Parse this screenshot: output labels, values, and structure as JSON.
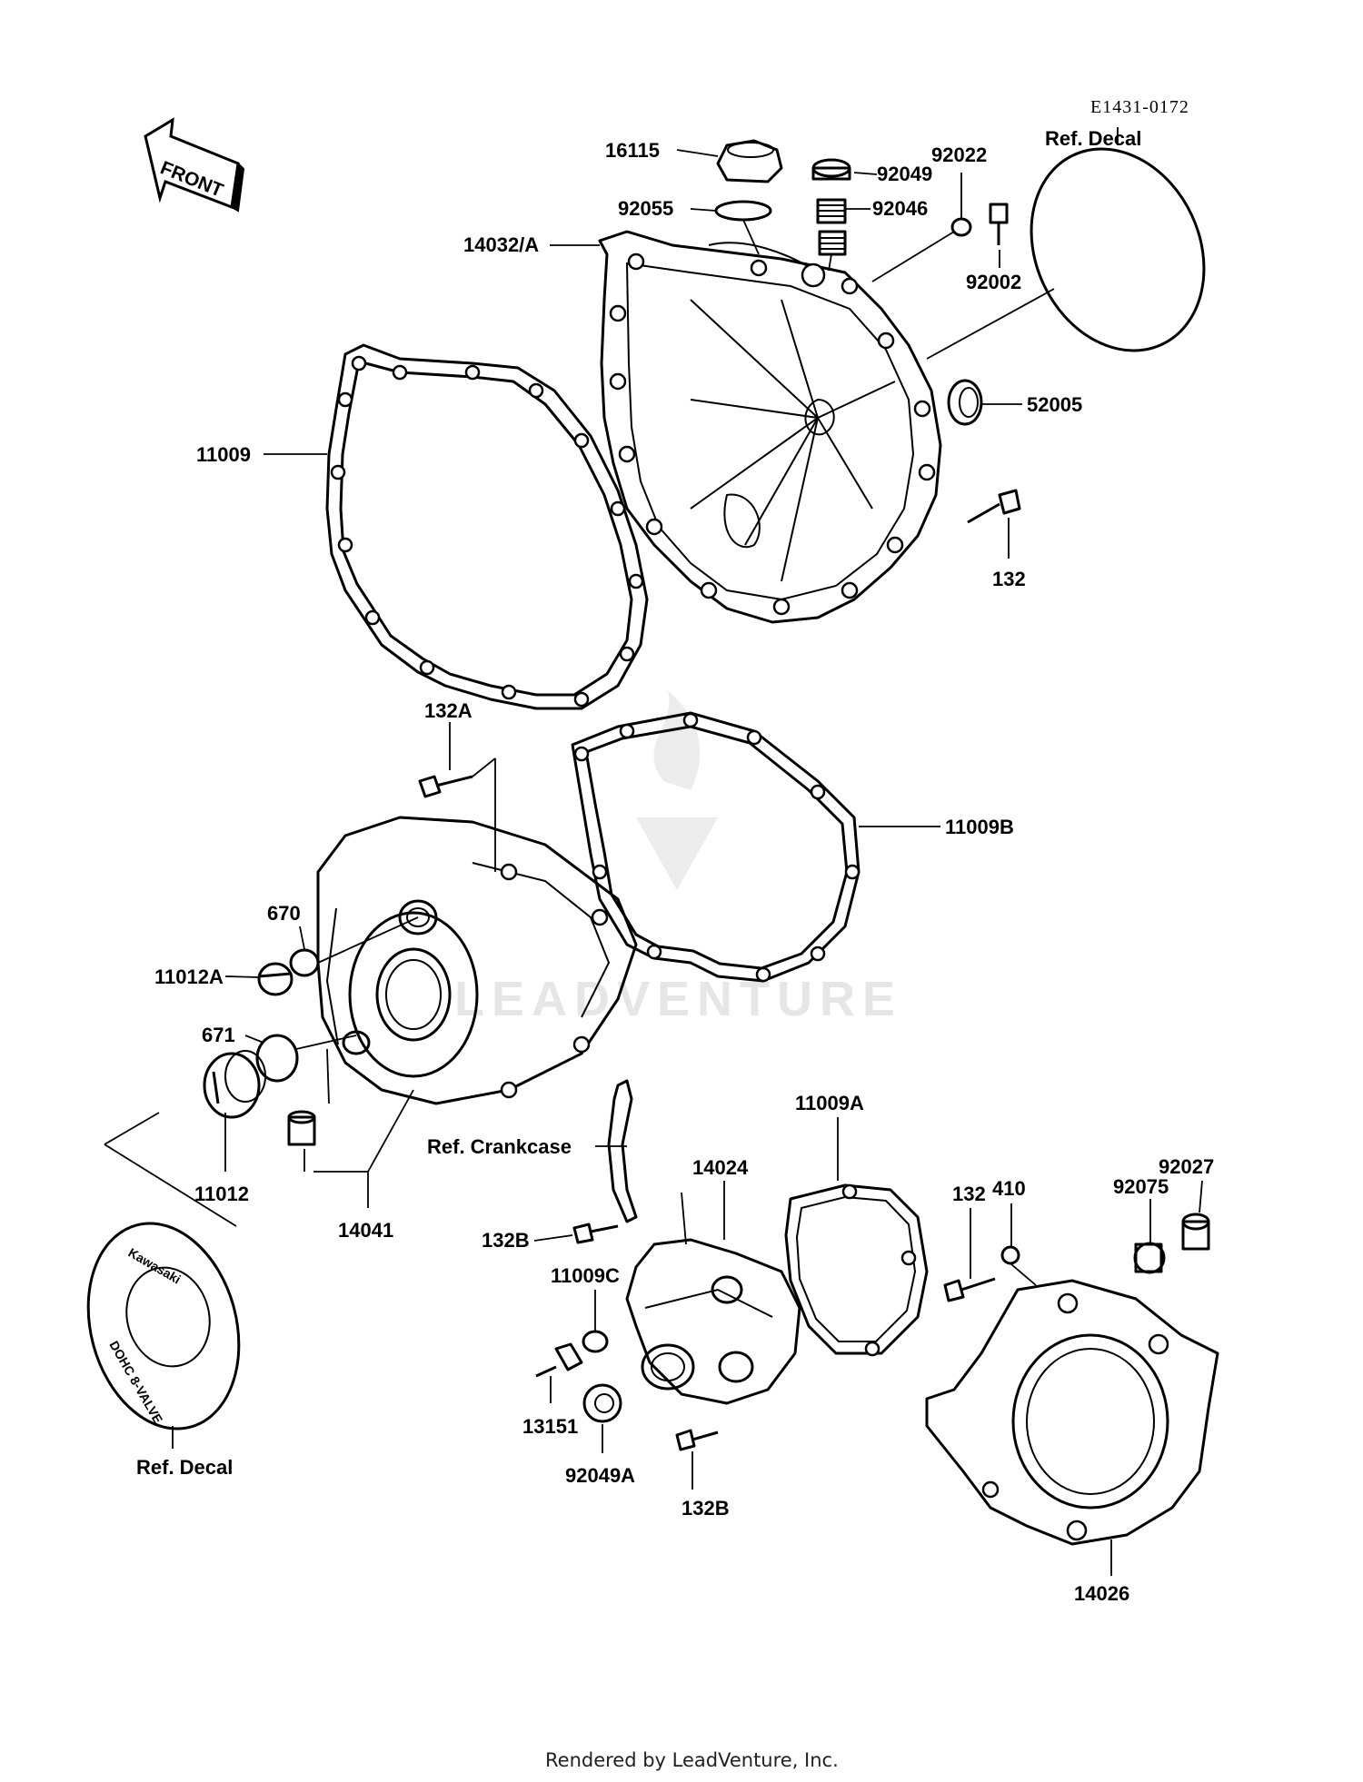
{
  "diagram": {
    "code": "E1431-0172",
    "front_arrow_label": "FRONT",
    "watermark": "LEADVENTURE",
    "footer": "Rendered by LeadVenture, Inc.",
    "decal_text_top": "Kawasaki",
    "decal_text_bottom": "DOHC 8-VALVE",
    "labels": {
      "p16115": "16115",
      "p92049": "92049",
      "p92022": "92022",
      "ref_decal_top": "Ref. Decal",
      "p92055": "92055",
      "p92046": "92046",
      "p14032A": "14032/A",
      "p92002": "92002",
      "p52005": "52005",
      "p11009": "11009",
      "p132_top": "132",
      "p132A": "132A",
      "p11009B": "11009B",
      "p670": "670",
      "p11012A": "11012A",
      "p671": "671",
      "p11012": "11012",
      "p14041": "14041",
      "ref_crankcase": "Ref. Crankcase",
      "p11009A": "11009A",
      "p14024": "14024",
      "p410": "410",
      "p92027": "92027",
      "p132_mid": "132",
      "p92075": "92075",
      "p132B_top": "132B",
      "p11009C": "11009C",
      "p13151": "13151",
      "p92049A": "92049A",
      "p132B_bottom": "132B",
      "ref_decal_bottom": "Ref. Decal",
      "p14026": "14026"
    }
  }
}
